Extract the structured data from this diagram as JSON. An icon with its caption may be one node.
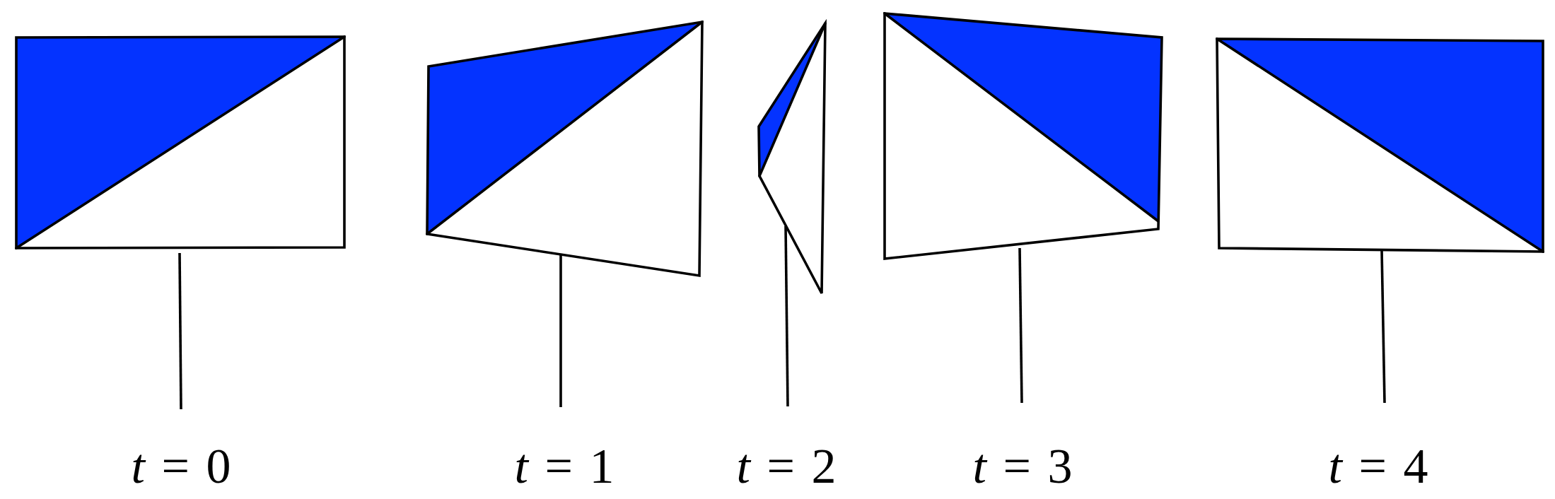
{
  "diagram": {
    "nodes": [
      {
        "text": [],
        "shape": "flag",
        "beside": [
          "*t* = 0"
        ]
      },
      {
        "text": [],
        "shape": "flag",
        "beside": [
          "*t* = 1"
        ]
      },
      {
        "text": [],
        "shape": "flag",
        "beside": [
          "*t* = 2"
        ]
      },
      {
        "text": [],
        "shape": "flag",
        "beside": [
          "*t* = 3"
        ]
      },
      {
        "text": [],
        "shape": "flag",
        "beside": [
          "*t* = 4"
        ]
      }
    ]
  }
}
